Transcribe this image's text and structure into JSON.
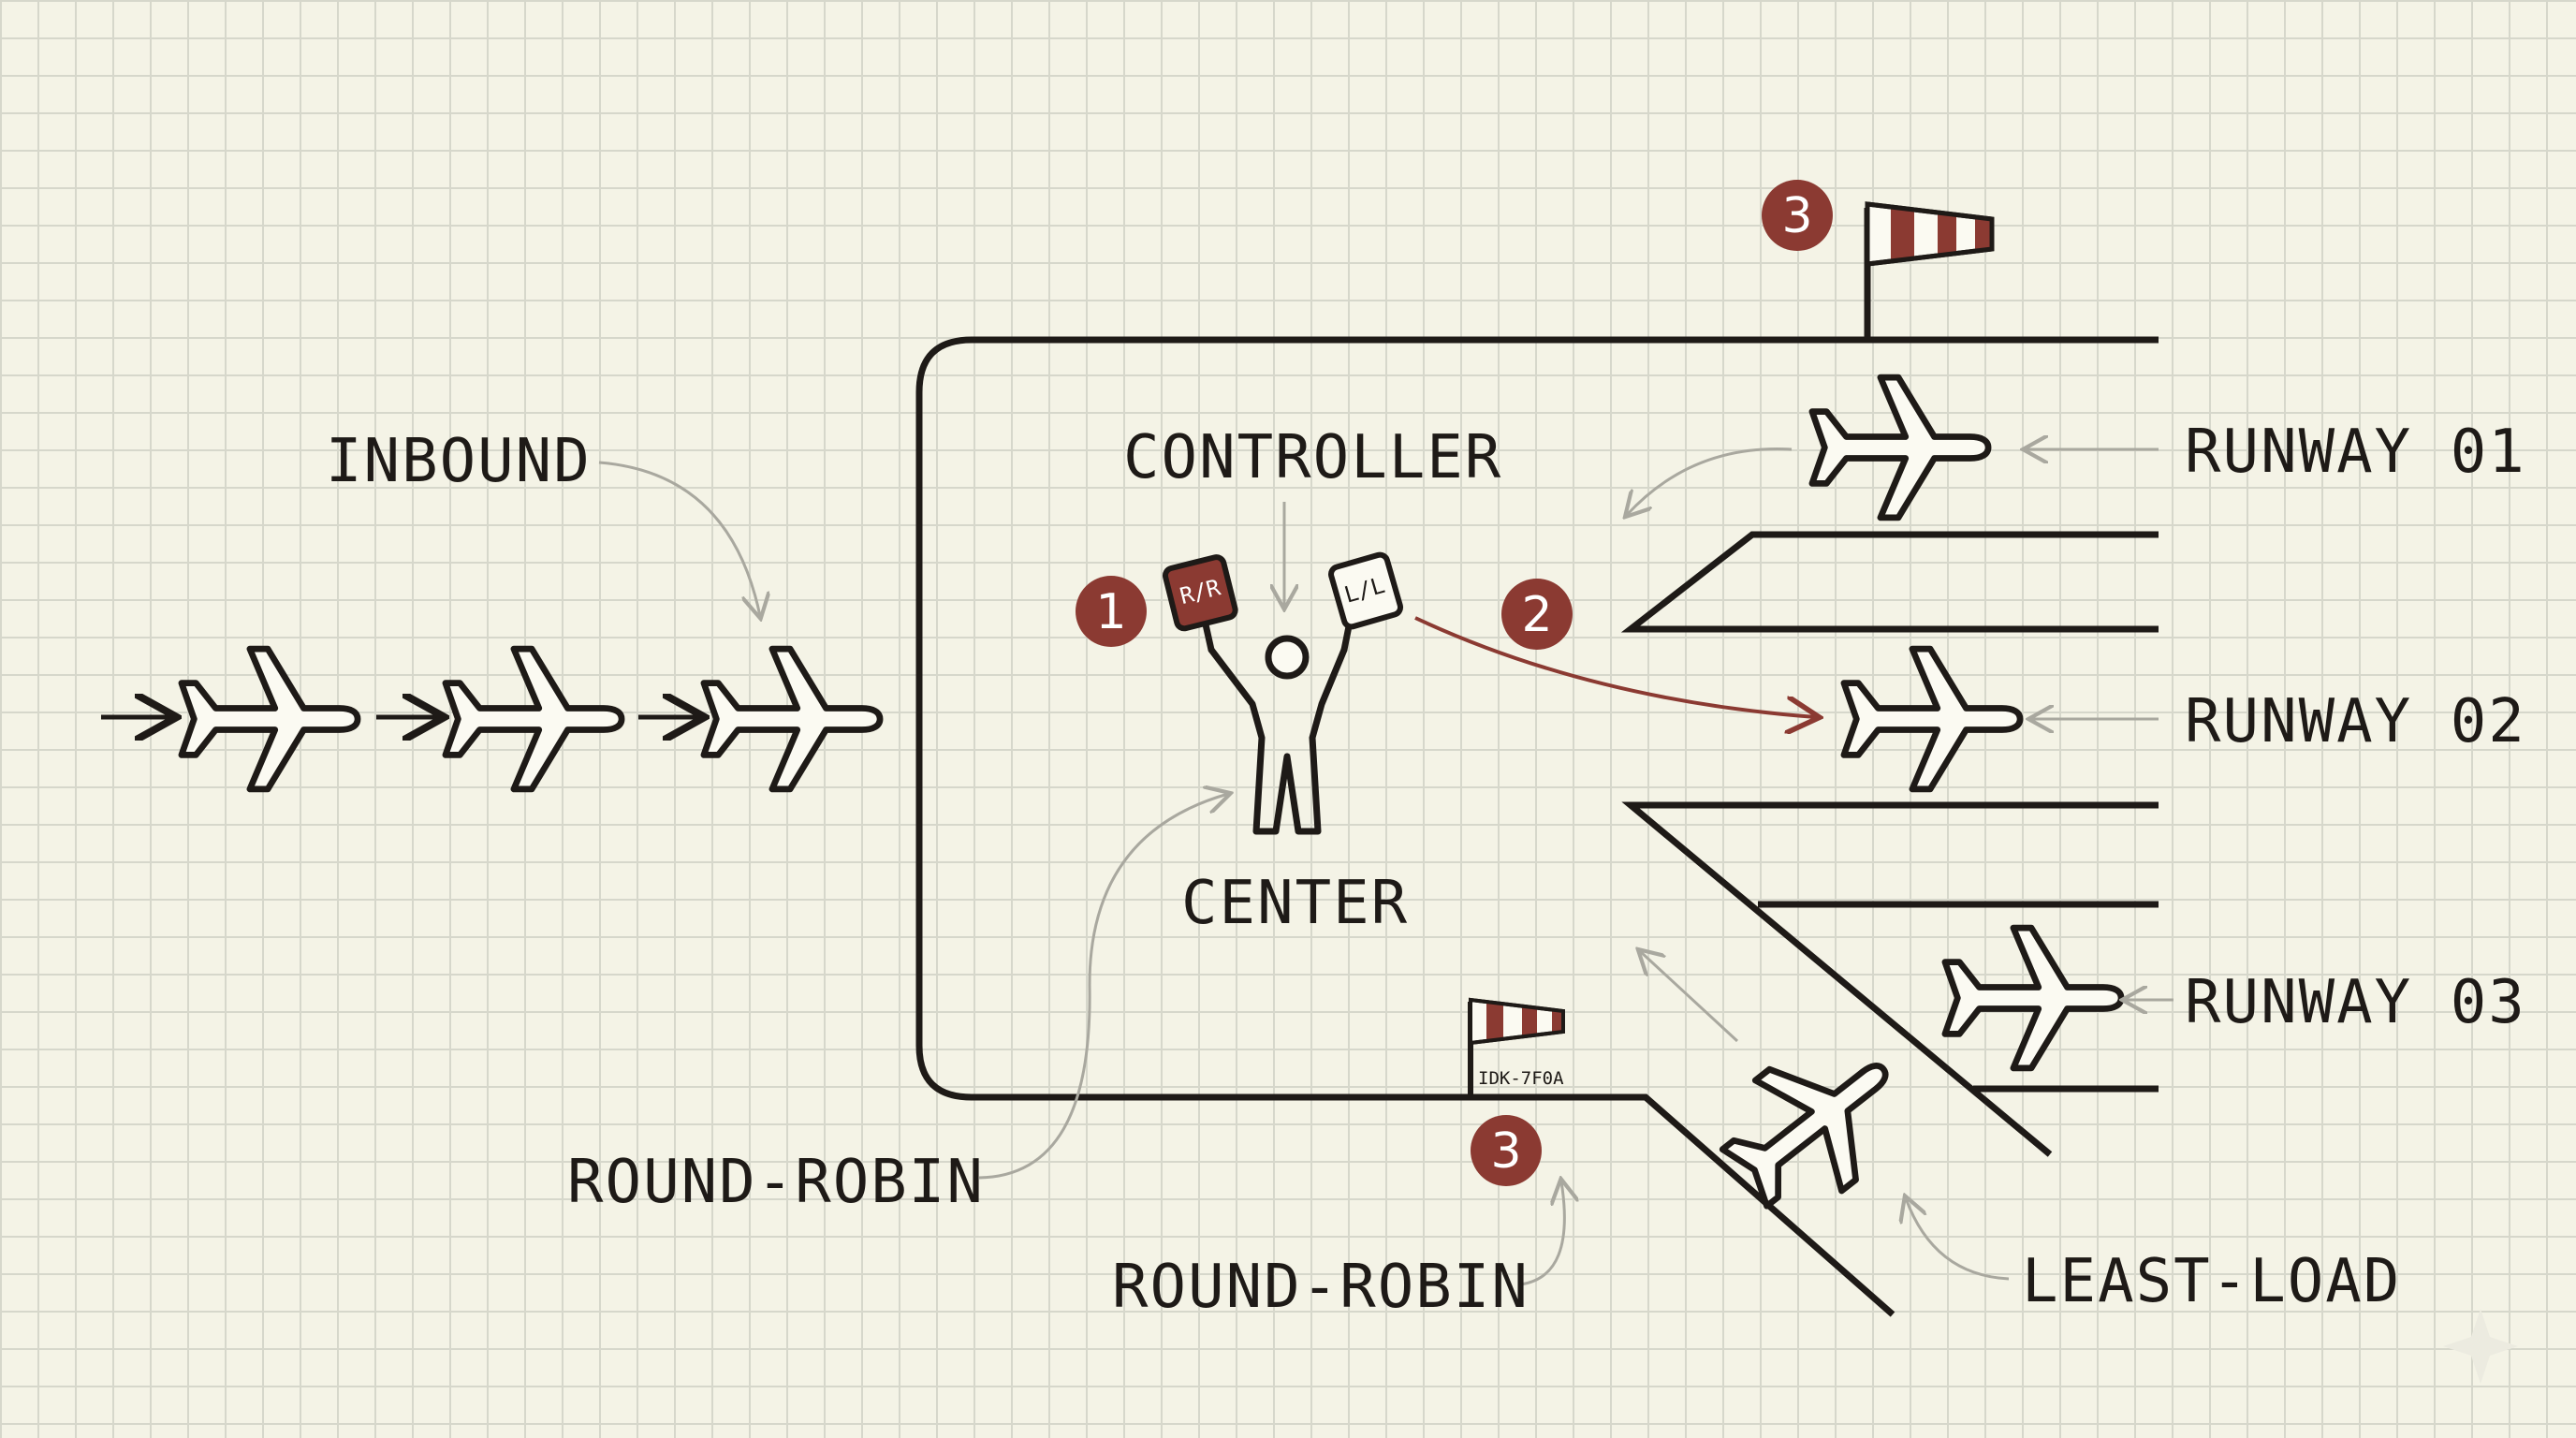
{
  "labels": {
    "inbound": "INBOUND",
    "controller": "CONTROLLER",
    "center": "CENTER",
    "round_robin_left": "ROUND-ROBIN",
    "round_robin_bottom": "ROUND-ROBIN",
    "least_load": "LEAST-LOAD",
    "runway_01": "RUNWAY 01",
    "runway_02": "RUNWAY 02",
    "runway_03": "RUNWAY 03"
  },
  "badges": {
    "one": "1",
    "two": "2",
    "three_top": "3",
    "three_bottom": "3"
  },
  "signs": {
    "left": "R/R",
    "right": "L/L"
  },
  "windsock_tag": "IDK-7F0A",
  "colors": {
    "accent": "#8b3a32",
    "ink": "#1e1a17",
    "grid": "#d6d7cb",
    "paper": "#f4f3e6",
    "annotation": "#a9a89f"
  }
}
